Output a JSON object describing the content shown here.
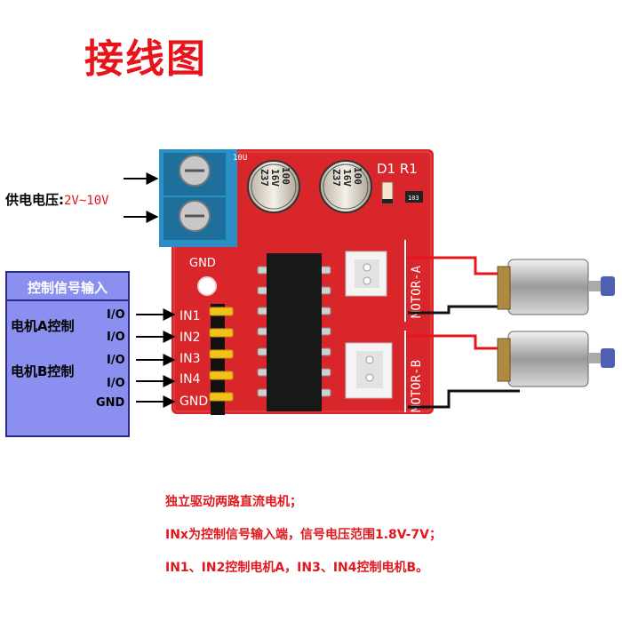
{
  "title": "接线图",
  "supply": {
    "label": "供电电压:",
    "range": "2V~10V"
  },
  "control": {
    "title": "控制信号输入",
    "motor_a": "电机A控制",
    "motor_b": "电机B控制",
    "io_labels": [
      "I/O",
      "I/O",
      "I/O",
      "I/O",
      "GND"
    ]
  },
  "board": {
    "capacitor_labels": [
      "100\n16V\nZ37",
      "100\n16V\nZ37"
    ],
    "top_labels": "D1 R1",
    "partial_label": "10U",
    "gnd_label": "GND",
    "pin_labels": [
      "IN1",
      "IN2",
      "IN3",
      "IN4",
      "GND"
    ],
    "motor_a": "MOTOR-A",
    "motor_b": "MOTOR-B",
    "resistor_code": "103"
  },
  "notes": [
    "独立驱动两路直流电机；",
    "INx为控制信号输入端，信号电压范围1.8V-7V；",
    "IN1、IN2控制电机A，IN3、IN4控制电机B。"
  ],
  "colors": {
    "title": "#e8141c",
    "board": "#d9262a",
    "terminal": "#2a8fc4",
    "control_box": "#8a8ff0",
    "note": "#e0181e"
  }
}
